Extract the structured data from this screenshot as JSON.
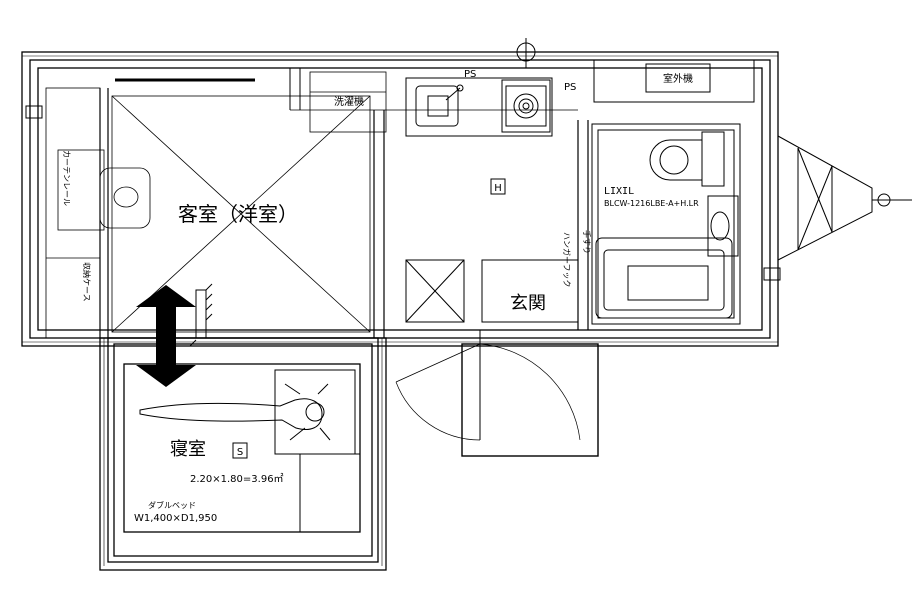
{
  "rooms": {
    "guest_room": "客室（洋室）",
    "bedroom": "寝室",
    "bedroom_mark": "S",
    "bedroom_area": "2.20×1.80=3.96㎡",
    "entrance": "玄関"
  },
  "labels": {
    "washer": "洗濯機",
    "outdoor_unit": "室外機",
    "ps_left": "PS",
    "ps_right": "PS",
    "heater_mark": "H",
    "curtain_rail": "カーテンレール",
    "storage_case": "収納ケース",
    "hanger_hook": "ハンガーフック",
    "bath_handrail": "手すり"
  },
  "unit_bath": {
    "maker": "LIXIL",
    "model": "BLCW-1216LBE-A+H.LR"
  },
  "bed": {
    "type": "ダブルベッド",
    "size": "W1,400×D1,950"
  }
}
